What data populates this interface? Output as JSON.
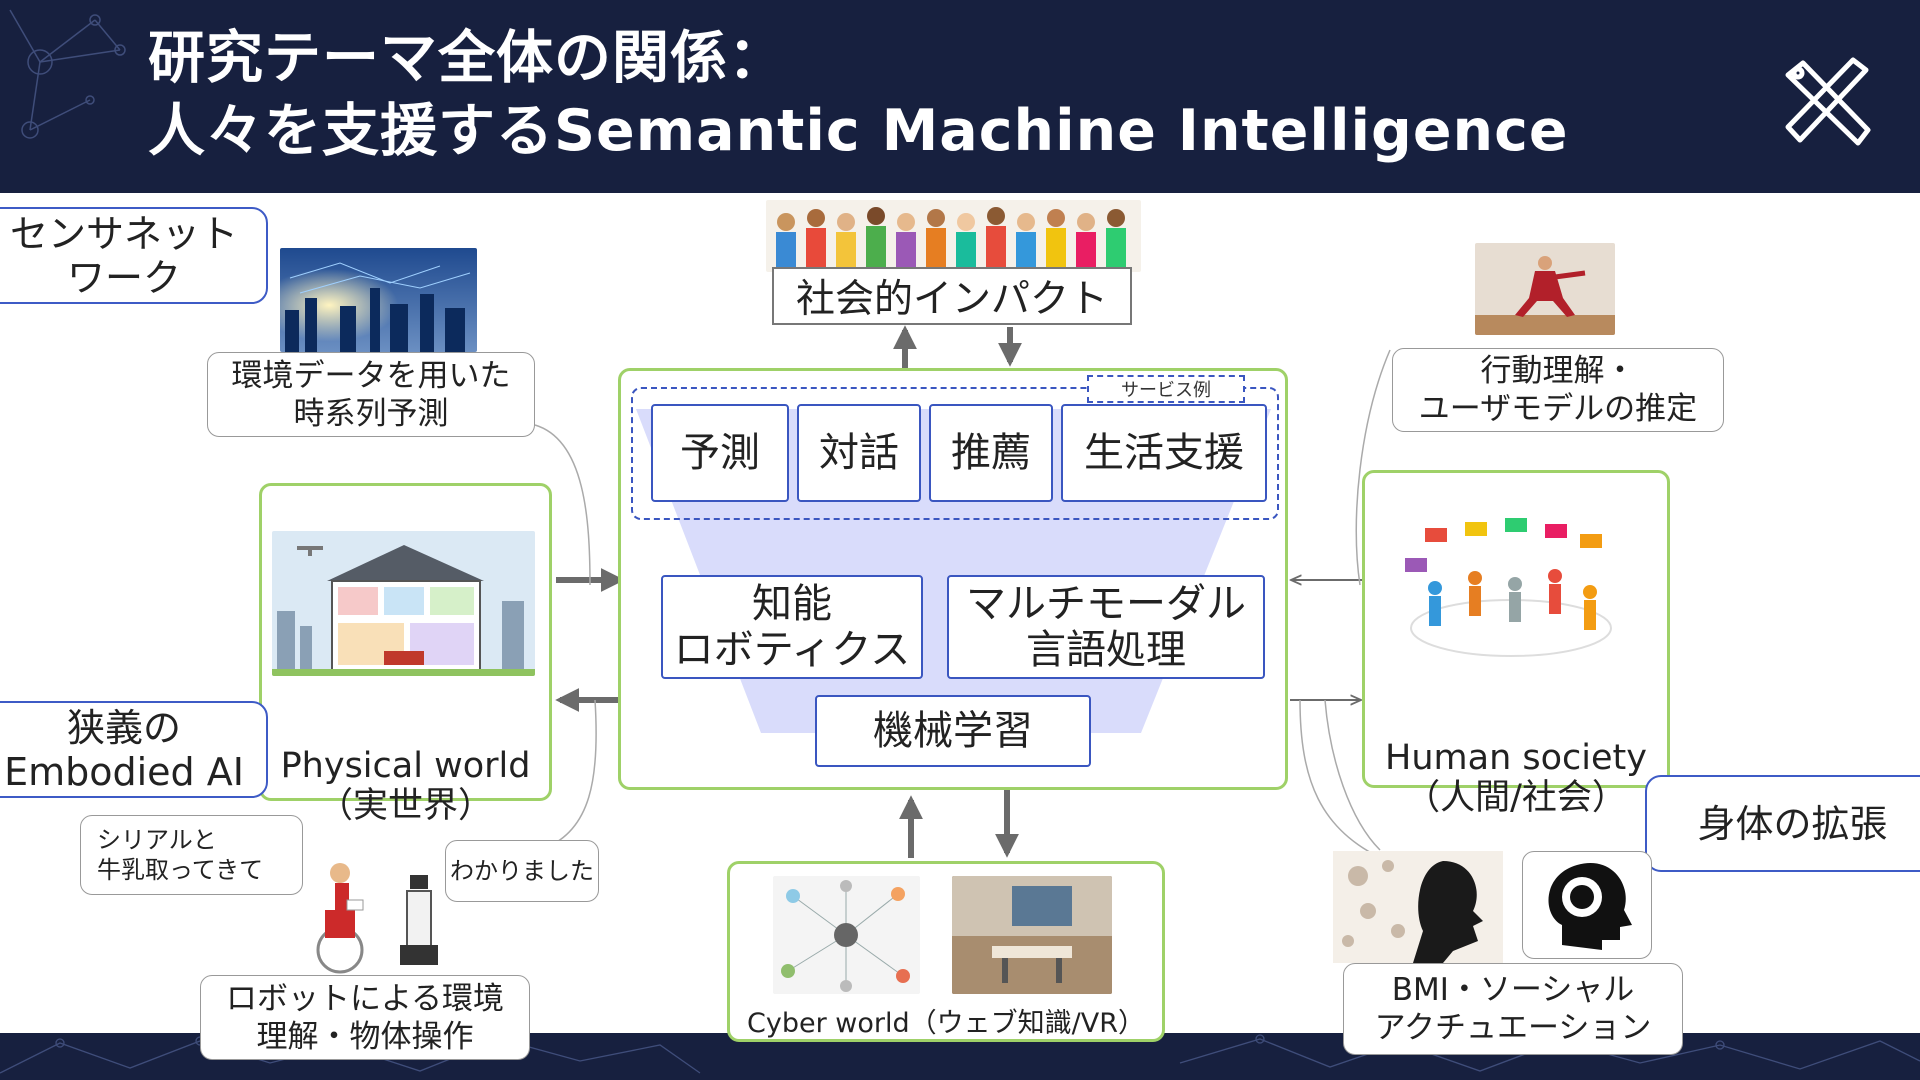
{
  "header": {
    "title_line1": "研究テーマ全体の関係：",
    "title_line2": "人々を支援するSemantic Machine Intelligence"
  },
  "labels": {
    "sensor_network": "センサネット\nワーク",
    "narrow_embodied_ai": "狭義の\nEmbodied AI",
    "body_extension": "身体の拡張"
  },
  "bubbles": {
    "env_forecast": "環境データを用いた\n時系列予測",
    "behavior_model": "行動理解・\nユーザモデルの推定",
    "robot_manip": "ロボットによる環境\n理解・物体操作",
    "bmi": "BMI・ソーシャル\nアクチュエーション",
    "speech_request": "シリアルと\n牛乳取ってきて",
    "speech_reply": "わかりました"
  },
  "center": {
    "social_impact": "社会的インパクト",
    "service_example": "サービス例",
    "services": [
      "予測",
      "対話",
      "推薦",
      "生活支援"
    ],
    "intelligent_robotics": "知能\nロボティクス",
    "multimodal_nlp": "マルチモーダル\n言語処理",
    "machine_learning": "機械学習"
  },
  "worlds": {
    "physical": "Physical world\n（実世界）",
    "human": "Human society\n（人間/社会）",
    "cyber": "Cyber world（ウェブ知識/VR）"
  },
  "colors": {
    "navy": "#17203f",
    "green_border": "#9fd168",
    "blue_border": "#3e5bc6",
    "funnel": "#d9dcfb",
    "arrow": "#6b6b6b"
  },
  "icons": [
    "network-deco-icon",
    "brand-logo-icon",
    "crowd-image",
    "city-image",
    "kungfu-image",
    "house-image",
    "social-network-image",
    "robot-wheelchair-image",
    "cyber-network-image",
    "vr-room-image",
    "bmi-image",
    "brain-head-icon"
  ]
}
